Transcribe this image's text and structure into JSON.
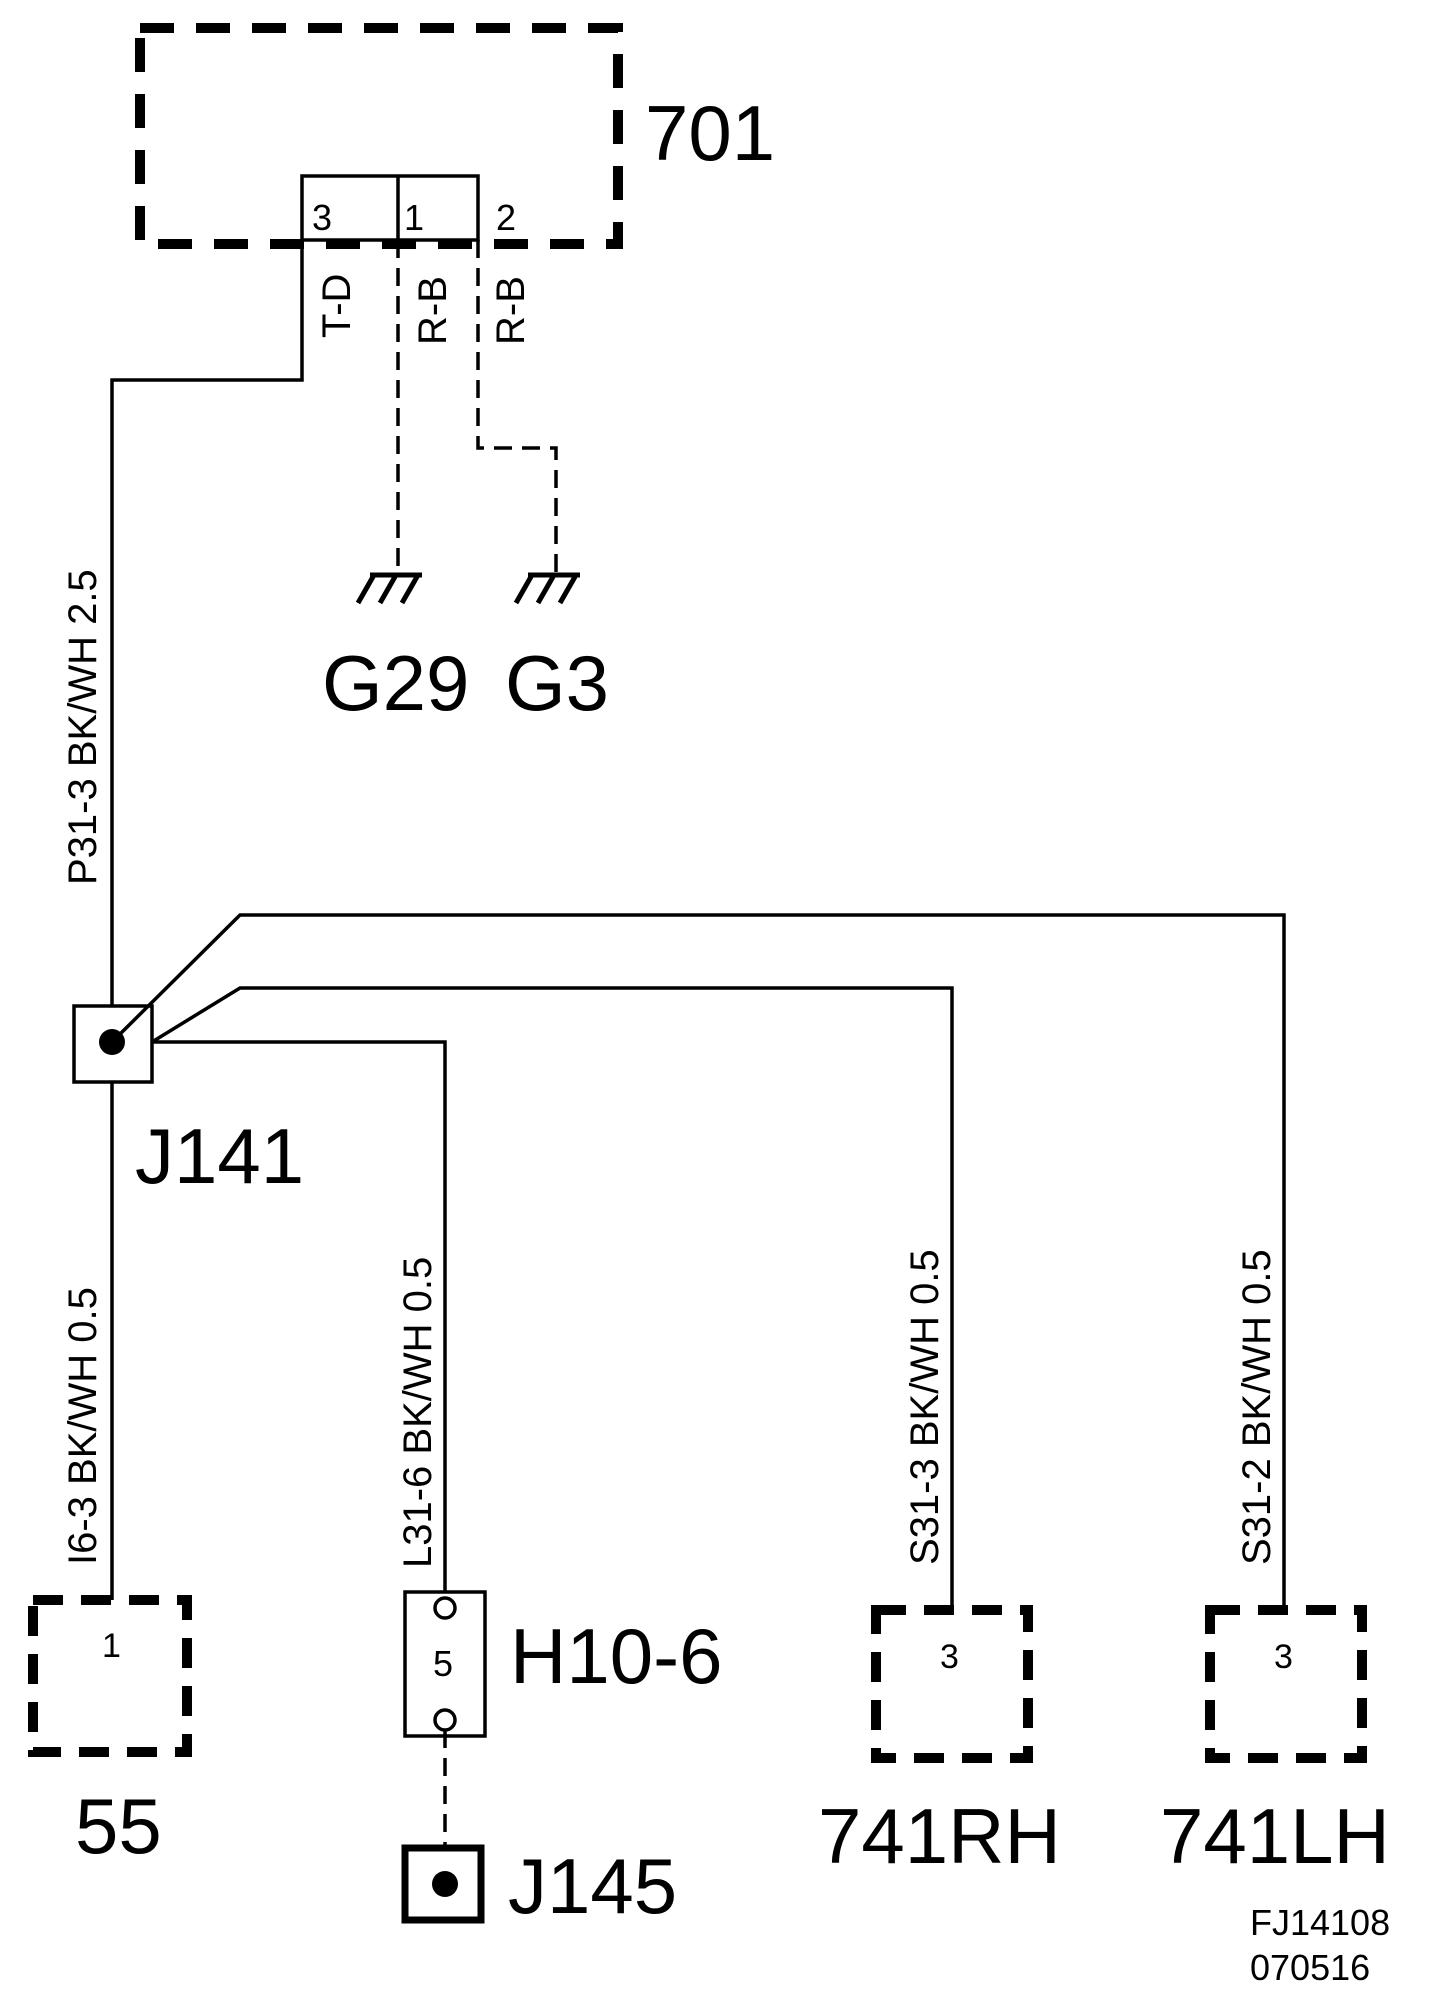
{
  "components": {
    "module_701": {
      "label": "701",
      "pins": [
        "3",
        "1",
        "2"
      ]
    },
    "ground_g29": {
      "label": "G29"
    },
    "ground_g3": {
      "label": "G3"
    },
    "splice_j141": {
      "label": "J141"
    },
    "component_55": {
      "label": "55",
      "pin": "1"
    },
    "connector_h10_6": {
      "label": "H10-6",
      "pin": "5"
    },
    "splice_j145": {
      "label": "J145"
    },
    "component_741rh": {
      "label": "741RH",
      "pin": "3"
    },
    "component_741lh": {
      "label": "741LH",
      "pin": "3"
    }
  },
  "wires": {
    "t_d": {
      "color": "T-D"
    },
    "rb1": {
      "color": "R-B"
    },
    "rb2": {
      "color": "R-B"
    },
    "p31_3": {
      "label": "P31-3   BK/WH   2.5"
    },
    "i6_3": {
      "label": "I6-3   BK/WH   0.5"
    },
    "l31_6": {
      "label": "L31-6   BK/WH   0.5"
    },
    "s31_3": {
      "label": "S31-3   BK/WH   0.5"
    },
    "s31_2": {
      "label": "S31-2   BK/WH   0.5"
    }
  },
  "footer": {
    "code": "FJ14108",
    "date": "070516"
  }
}
